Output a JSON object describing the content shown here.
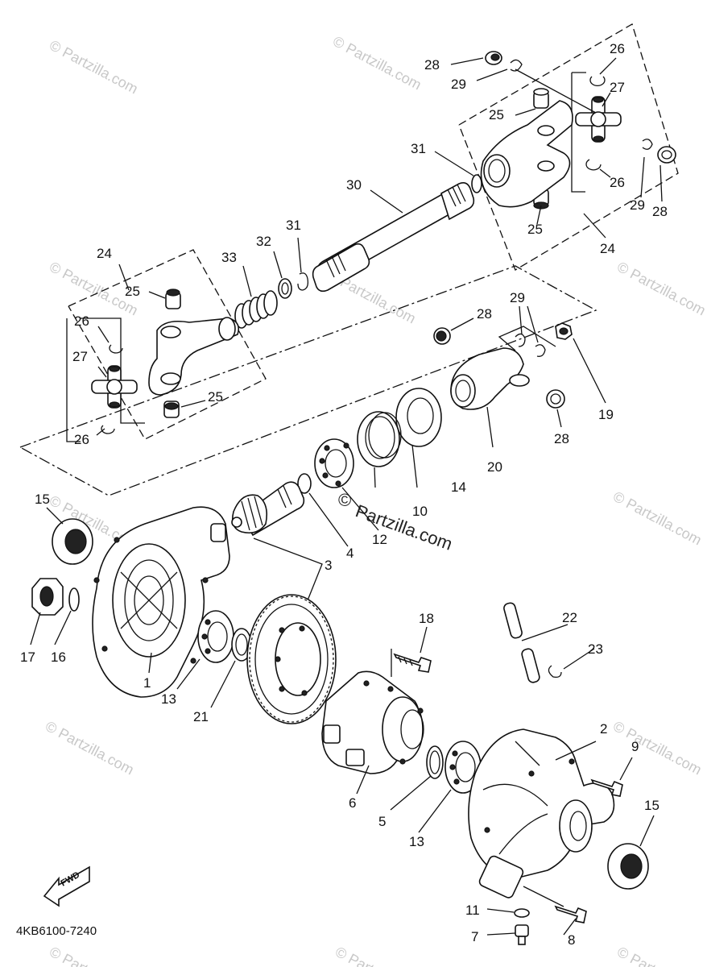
{
  "diagram": {
    "part_code": "4KB6100-7240",
    "fwd_label": "FWD",
    "watermark_small": "© Partzilla.com",
    "watermark_center_symbol": "©",
    "watermark_center_text": "Partzilla.com",
    "callouts": [
      {
        "id": "c28a",
        "label": "28"
      },
      {
        "id": "c29a",
        "label": "29"
      },
      {
        "id": "c26a",
        "label": "26"
      },
      {
        "id": "c27a",
        "label": "27"
      },
      {
        "id": "c25a",
        "label": "25"
      },
      {
        "id": "c26b",
        "label": "26"
      },
      {
        "id": "c29b",
        "label": "29"
      },
      {
        "id": "c28b",
        "label": "28"
      },
      {
        "id": "c25b",
        "label": "25"
      },
      {
        "id": "c24a",
        "label": "24"
      },
      {
        "id": "c31a",
        "label": "31"
      },
      {
        "id": "c30",
        "label": "30"
      },
      {
        "id": "c24b",
        "label": "24"
      },
      {
        "id": "c33",
        "label": "33"
      },
      {
        "id": "c32",
        "label": "32"
      },
      {
        "id": "c31b",
        "label": "31"
      },
      {
        "id": "c25c",
        "label": "25"
      },
      {
        "id": "c26c",
        "label": "26"
      },
      {
        "id": "c27b",
        "label": "27"
      },
      {
        "id": "c25d",
        "label": "25"
      },
      {
        "id": "c26d",
        "label": "26"
      },
      {
        "id": "c28c",
        "label": "28"
      },
      {
        "id": "c29c",
        "label": "29"
      },
      {
        "id": "c19",
        "label": "19"
      },
      {
        "id": "c28d",
        "label": "28"
      },
      {
        "id": "c20",
        "label": "20"
      },
      {
        "id": "c14",
        "label": "14"
      },
      {
        "id": "c10",
        "label": "10"
      },
      {
        "id": "c12",
        "label": "12"
      },
      {
        "id": "c4",
        "label": "4"
      },
      {
        "id": "c3",
        "label": "3"
      },
      {
        "id": "c15a",
        "label": "15"
      },
      {
        "id": "c17",
        "label": "17"
      },
      {
        "id": "c16",
        "label": "16"
      },
      {
        "id": "c1",
        "label": "1"
      },
      {
        "id": "c13a",
        "label": "13"
      },
      {
        "id": "c21",
        "label": "21"
      },
      {
        "id": "c18",
        "label": "18"
      },
      {
        "id": "c22",
        "label": "22"
      },
      {
        "id": "c23",
        "label": "23"
      },
      {
        "id": "c2",
        "label": "2"
      },
      {
        "id": "c9",
        "label": "9"
      },
      {
        "id": "c15b",
        "label": "15"
      },
      {
        "id": "c6",
        "label": "6"
      },
      {
        "id": "c5",
        "label": "5"
      },
      {
        "id": "c13b",
        "label": "13"
      },
      {
        "id": "c11",
        "label": "11"
      },
      {
        "id": "c7",
        "label": "7"
      },
      {
        "id": "c8",
        "label": "8"
      }
    ]
  }
}
